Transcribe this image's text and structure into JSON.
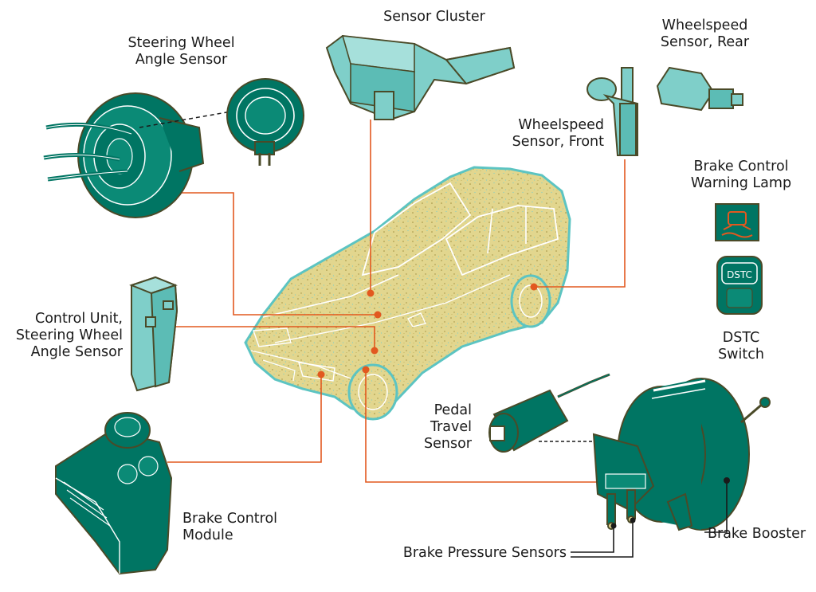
{
  "labels": {
    "steering_wheel_angle_sensor": [
      "Steering Wheel",
      "Angle Sensor"
    ],
    "sensor_cluster": [
      "Sensor Cluster"
    ],
    "wheelspeed_rear": [
      "Wheelspeed",
      "Sensor, Rear"
    ],
    "wheelspeed_front": [
      "Wheelspeed",
      "Sensor, Front"
    ],
    "brake_control_warning_lamp": [
      "Brake Control",
      "Warning Lamp"
    ],
    "control_unit": [
      "Control Unit,",
      "Steering Wheel",
      "Angle Sensor"
    ],
    "dstc_switch": [
      "DSTC",
      "Switch"
    ],
    "pedal_travel_sensor": [
      "Pedal",
      "Travel",
      "Sensor"
    ],
    "brake_control_module": [
      "Brake Control",
      "Module"
    ],
    "brake_booster": [
      "Brake Booster"
    ],
    "brake_pressure_sensors": [
      "Brake Pressure Sensors"
    ],
    "dstc_button_text": "DSTC"
  },
  "colors": {
    "teal_dark": "#007563",
    "teal_light": "#7fcfc9",
    "car_fill": "#e2d68e",
    "car_outline": "#5cc4c2",
    "connector": "#e2581f",
    "outline": "#4a4a28",
    "lamp_icon": "#e2581f"
  }
}
